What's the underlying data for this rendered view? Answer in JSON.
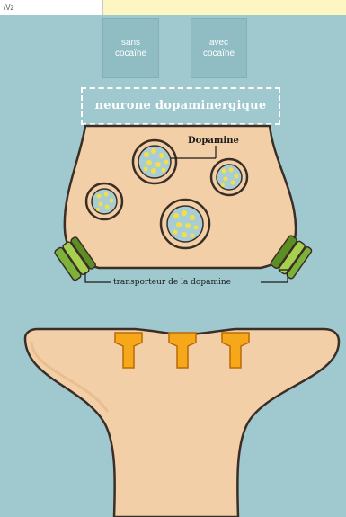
{
  "topbar": {
    "left_text": "\\Vz"
  },
  "buttons": {
    "sans_line1": "sans",
    "sans_line2": "cocaïne",
    "avec_line1": "avec",
    "avec_line2": "cocaïne"
  },
  "diagram": {
    "title": "neurone dopaminergique",
    "dopamine_label": "Dopamine",
    "transporter_label": "transporteur de la dopamine"
  },
  "colors": {
    "background": "#9fc9cf",
    "neuron_fill": "#f2cfa6",
    "neuron_stroke": "#3a2e26",
    "vesicle_inner": "#a9cdd3",
    "dopamine_dots": "#f1e04a",
    "transporter_green": "#7db23a",
    "receptor_orange": "#f7a81a"
  },
  "icons": [
    "vesicle-icon",
    "transporter-icon",
    "receptor-icon"
  ]
}
